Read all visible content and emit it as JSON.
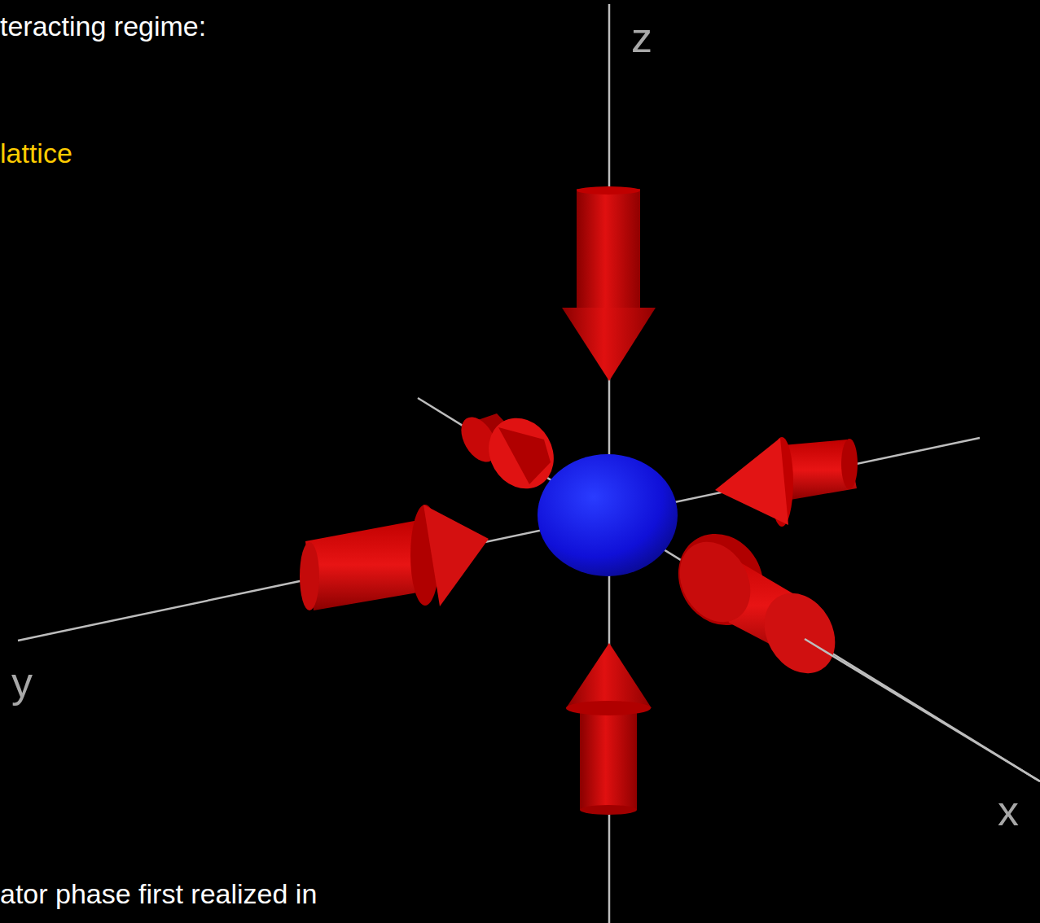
{
  "diagram": {
    "labels": [
      "teracting regime:",
      "lattice",
      "ator phase first realized in",
      "z",
      "y",
      "x"
    ]
  }
}
